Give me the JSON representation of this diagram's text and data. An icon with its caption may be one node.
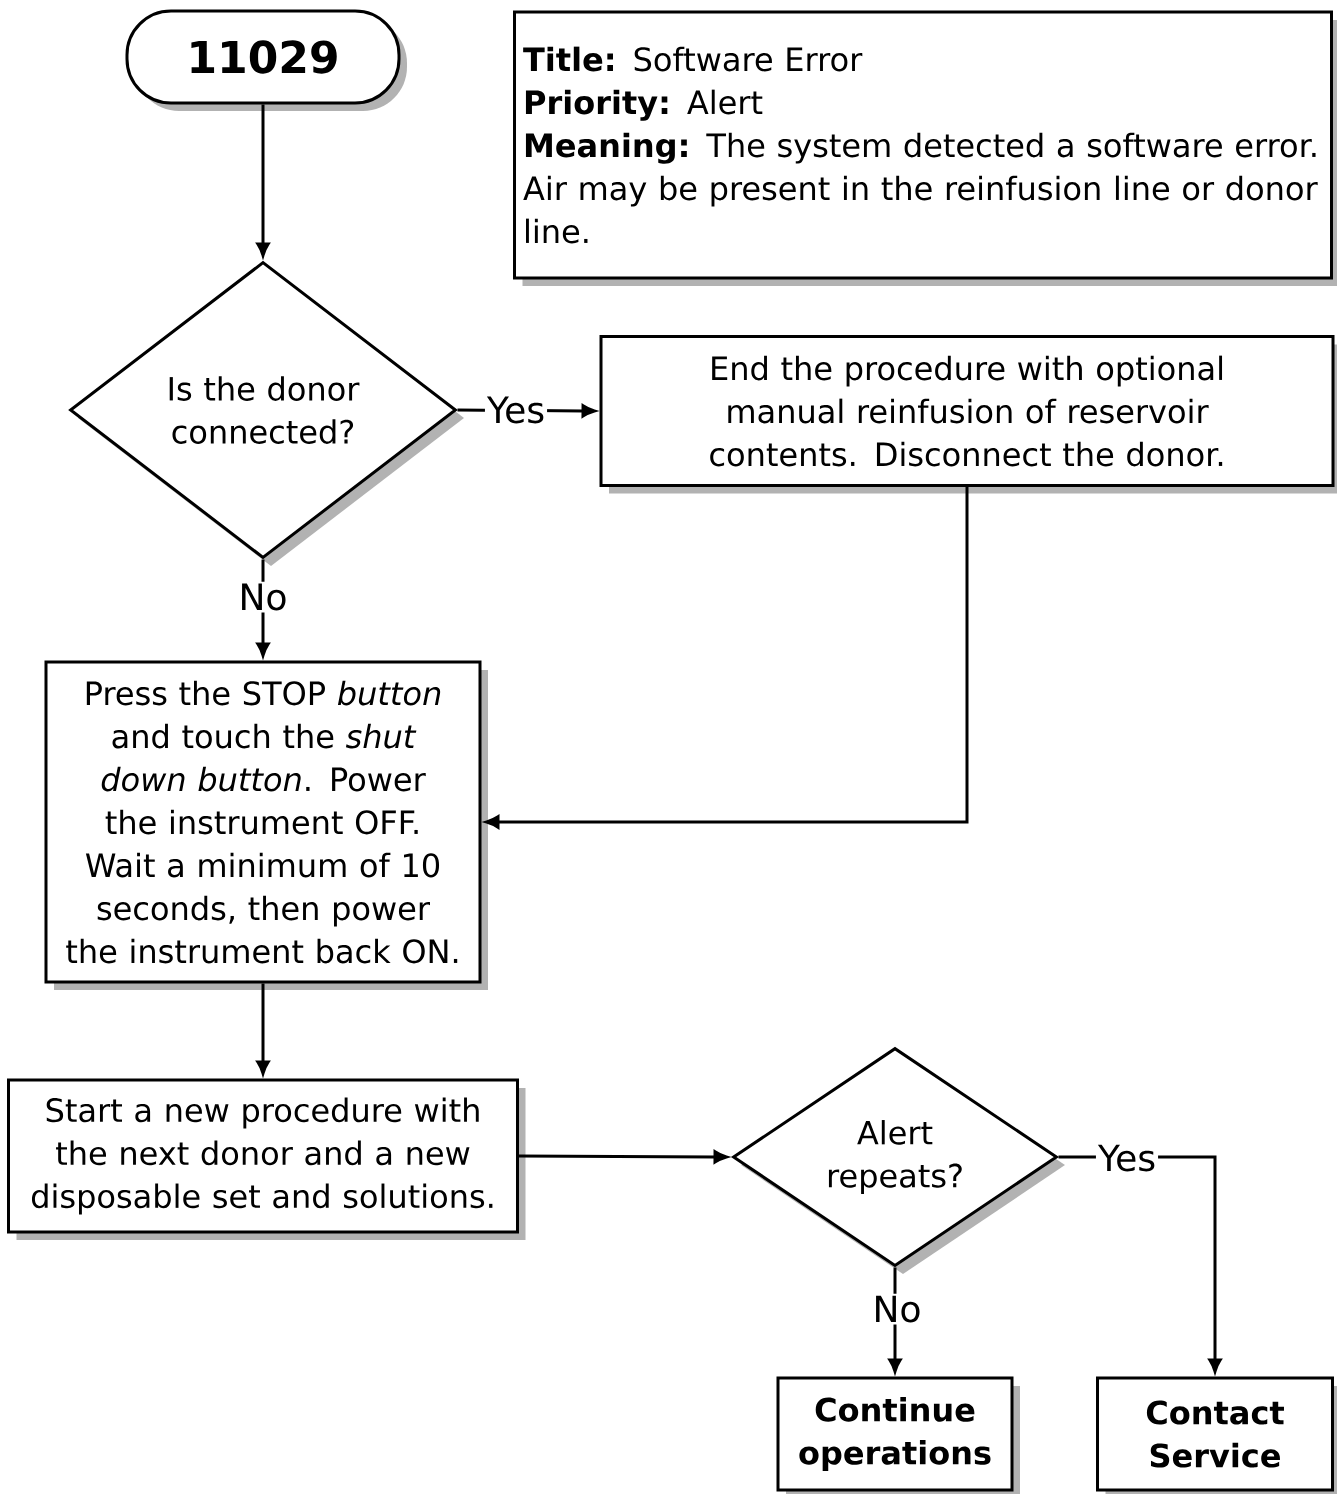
{
  "diagram": {
    "nodes": [
      {
        "text": [
          "11029"
        ]
      },
      {
        "text": [
          "**Title:** Software Error",
          "**Priority:** Alert",
          "**Meaning:** The system detected a software error. Air may be present in the reinfusion line or donor line."
        ]
      },
      {
        "text": [
          "Is the donor connected?"
        ]
      },
      {
        "text": [
          "End the procedure with optional manual reinfusion of reservoir contents. Disconnect the donor."
        ]
      },
      {
        "text": [
          "Press the STOP *button* and touch the *shut down button*. Power the instrument OFF. Wait a minimum of 10 seconds, then power the instrument back ON."
        ]
      },
      {
        "text": [
          "Start a new procedure with the next donor and a new disposable set and solutions."
        ]
      },
      {
        "text": [
          "Alert repeats?"
        ]
      },
      {
        "text": [
          "Continue operations"
        ]
      },
      {
        "text": [
          "Contact Service"
        ]
      }
    ],
    "edges": [
      {
        "from": 0,
        "to": 2,
        "arrow": "to"
      },
      {
        "from": 2,
        "to": 3,
        "arrow": "to",
        "label": "Yes"
      },
      {
        "from": 2,
        "to": 4,
        "arrow": "to",
        "label": "No"
      },
      {
        "from": 3,
        "to": 4,
        "arrow": "to"
      },
      {
        "from": 4,
        "to": 5,
        "arrow": "to"
      },
      {
        "from": 5,
        "to": 6,
        "arrow": "to"
      },
      {
        "from": 6,
        "to": 8,
        "arrow": "to",
        "label": "Yes"
      },
      {
        "from": 6,
        "to": 7,
        "arrow": "to",
        "label": "No"
      }
    ]
  }
}
